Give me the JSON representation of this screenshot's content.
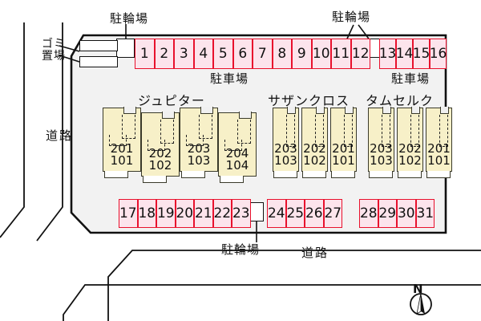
{
  "site": {
    "background_color": "#f2f2f2",
    "border_color": "#111111",
    "stall_fill": "#fce4ec",
    "stall_border": "#e8112d",
    "building_fill": "#f7f0c8",
    "building_border": "#3a3a2a"
  },
  "labels": {
    "parking_lot_top_left": "駐車場",
    "parking_lot_top_right": "駐車場",
    "bicycle_parking_top_left": "駐輪場",
    "bicycle_parking_top_right": "駐輪場",
    "bicycle_parking_bottom": "駐輪場",
    "garbage_area_line1": "ゴミ",
    "garbage_area_line2": "置場",
    "road_left": "道路",
    "road_bottom": "道路",
    "compass_north": "N"
  },
  "buildings": [
    {
      "name": "ジュピター",
      "units": [
        {
          "upper": "201",
          "lower": "101"
        },
        {
          "upper": "202",
          "lower": "102"
        },
        {
          "upper": "203",
          "lower": "103"
        },
        {
          "upper": "204",
          "lower": "104"
        }
      ]
    },
    {
      "name": "サザンクロス",
      "units": [
        {
          "upper": "203",
          "lower": "103"
        },
        {
          "upper": "202",
          "lower": "102"
        },
        {
          "upper": "201",
          "lower": "101"
        }
      ]
    },
    {
      "name": "タムセルク",
      "units": [
        {
          "upper": "203",
          "lower": "103"
        },
        {
          "upper": "202",
          "lower": "102"
        },
        {
          "upper": "201",
          "lower": "101"
        }
      ]
    }
  ],
  "parking_rows": {
    "top_left": [
      "1",
      "2",
      "3",
      "4",
      "5",
      "6",
      "7",
      "8",
      "9",
      "10",
      "11",
      "12"
    ],
    "top_right": [
      "13",
      "14",
      "15",
      "16"
    ],
    "bottom_left": [
      "17",
      "18",
      "19",
      "20",
      "21",
      "22",
      "23"
    ],
    "bottom_middle": [
      "24",
      "25",
      "26",
      "27"
    ],
    "bottom_right": [
      "28",
      "29",
      "30",
      "31"
    ]
  }
}
